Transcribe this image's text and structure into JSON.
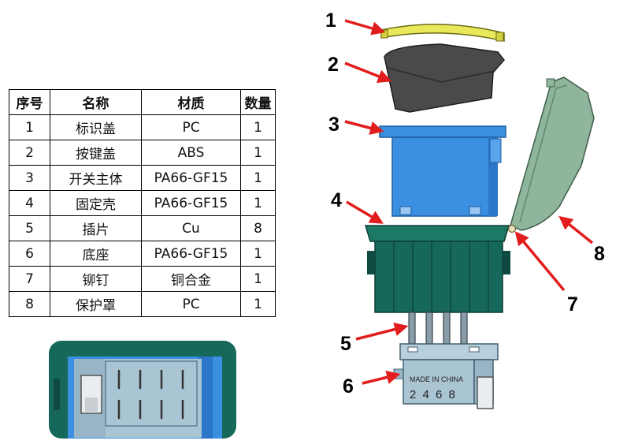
{
  "table": {
    "headers": [
      "序号",
      "名称",
      "材质",
      "数量"
    ],
    "rows": [
      {
        "no": "1",
        "name": "标识盖",
        "material": "PC",
        "qty": "1"
      },
      {
        "no": "2",
        "name": "按键盖",
        "material": "ABS",
        "qty": "1"
      },
      {
        "no": "3",
        "name": "开关主体",
        "material": "PA66-GF15",
        "qty": "1"
      },
      {
        "no": "4",
        "name": "固定壳",
        "material": "PA66-GF15",
        "qty": "1"
      },
      {
        "no": "5",
        "name": "插片",
        "material": "Cu",
        "qty": "8"
      },
      {
        "no": "6",
        "name": "底座",
        "material": "PA66-GF15",
        "qty": "1"
      },
      {
        "no": "7",
        "name": "铆钉",
        "material": "铜合金",
        "qty": "1"
      },
      {
        "no": "8",
        "name": "保护罩",
        "material": "PC",
        "qty": "1"
      }
    ]
  },
  "callouts": [
    "1",
    "2",
    "3",
    "4",
    "5",
    "6",
    "7",
    "8"
  ],
  "base_marking": {
    "line1": "MADE IN CHINA",
    "line2": "2 4 6 8"
  },
  "colors": {
    "label_cap": "#e8e85a",
    "key_cap": "#4a4a4a",
    "switch_body": "#3b8fe0",
    "housing": "#16695a",
    "terminals": "#8a9ca8",
    "base": "#a9c4d3",
    "cover": "#8fb59c",
    "arrow": "#e21d1d"
  }
}
